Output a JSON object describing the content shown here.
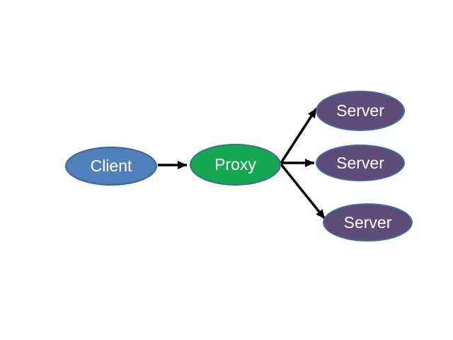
{
  "diagram": {
    "type": "node-edge-diagram",
    "background": "#FFFFFF",
    "arrow_color": "#000000",
    "nodes": [
      {
        "id": "client",
        "label": "Client",
        "shape": "ellipse",
        "fill": "#4E80BC",
        "border": "#3C6496",
        "text_color": "#FFFFFF"
      },
      {
        "id": "proxy",
        "label": "Proxy",
        "shape": "ellipse",
        "fill": "#16A751",
        "border": "#35708F",
        "text_color": "#FFFFFF"
      },
      {
        "id": "server-1",
        "label": "Server",
        "shape": "ellipse",
        "fill": "#5D4B79",
        "border": "#466C9B",
        "text_color": "#FFFFFF"
      },
      {
        "id": "server-2",
        "label": "Server",
        "shape": "ellipse",
        "fill": "#5D4B79",
        "border": "#466C9B",
        "text_color": "#FFFFFF"
      },
      {
        "id": "server-3",
        "label": "Server",
        "shape": "ellipse",
        "fill": "#5D4B79",
        "border": "#466C9B",
        "text_color": "#FFFFFF"
      }
    ],
    "edges": [
      {
        "from": "client",
        "to": "proxy",
        "style": "solid-arrow"
      },
      {
        "from": "proxy",
        "to": "server-1",
        "style": "solid-arrow"
      },
      {
        "from": "proxy",
        "to": "server-2",
        "style": "solid-arrow"
      },
      {
        "from": "proxy",
        "to": "server-3",
        "style": "solid-arrow"
      }
    ]
  }
}
